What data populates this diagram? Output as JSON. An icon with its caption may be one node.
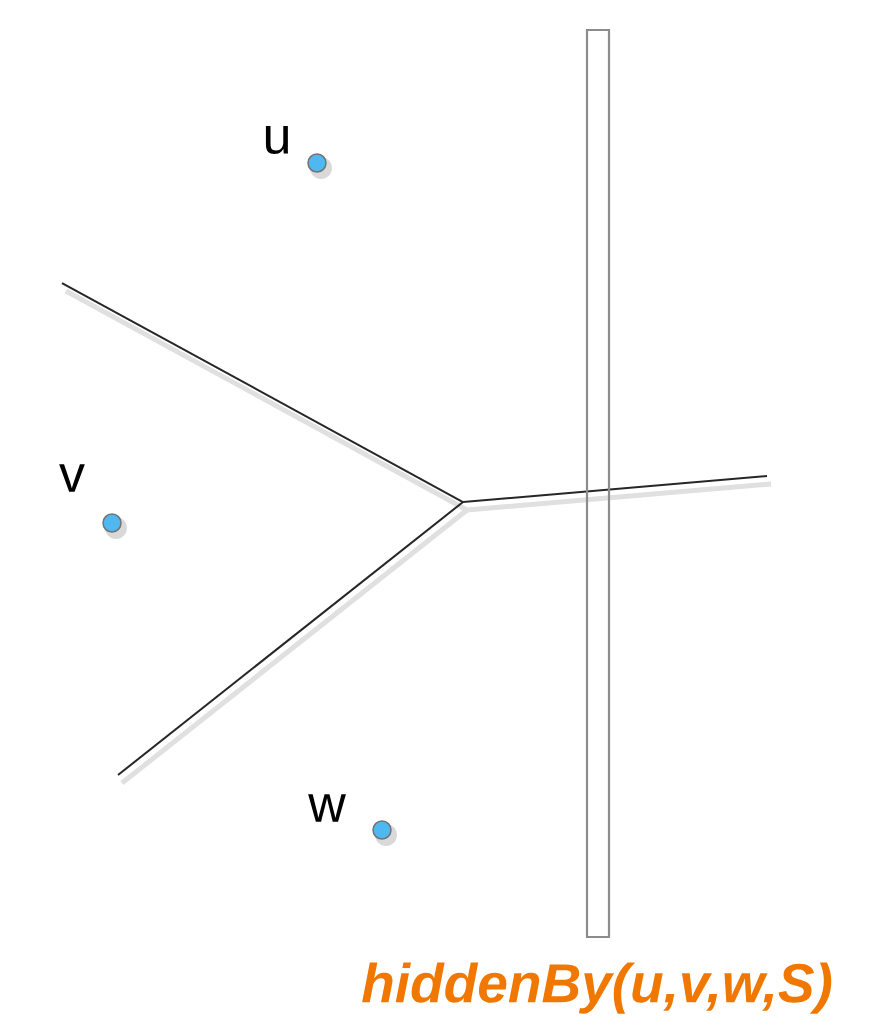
{
  "diagram": {
    "labels": [
      "u",
      "v",
      "w",
      "hiddenBy(u,v,w,S)"
    ]
  }
}
